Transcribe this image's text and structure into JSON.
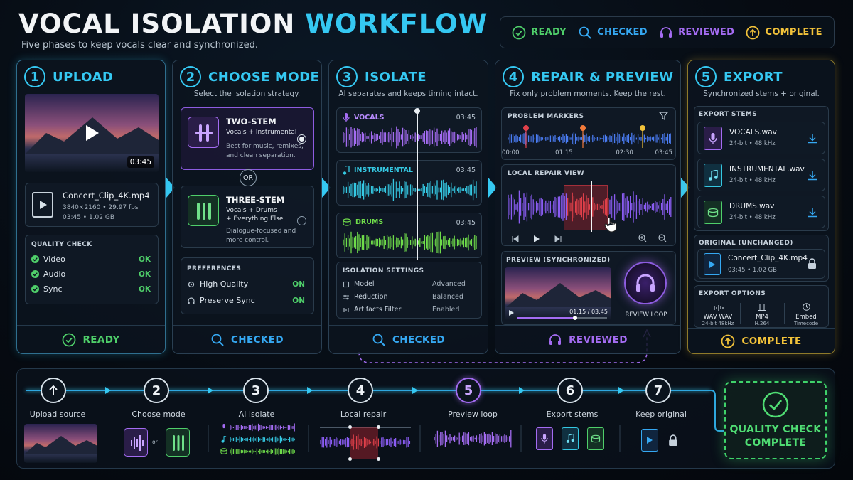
{
  "header": {
    "title_main": "VOCAL ISOLATION",
    "title_accent": "WORKFLOW",
    "subtitle": "Five phases to keep vocals clear and synchronized."
  },
  "legend": [
    {
      "label": "READY",
      "color": "#4fcf6a",
      "icon": "check-circle-icon"
    },
    {
      "label": "CHECKED",
      "color": "#35a8f2",
      "icon": "magnifier-icon"
    },
    {
      "label": "REVIEWED",
      "color": "#a46cf2",
      "icon": "headphones-icon"
    },
    {
      "label": "COMPLETE",
      "color": "#f2c23a",
      "icon": "up-arrow-circle-icon"
    }
  ],
  "phases": {
    "upload": {
      "num": "1",
      "title": "UPLOAD",
      "duration": "03:45",
      "file_name": "Concert_Clip_4K.mp4",
      "file_meta1": "3840×2160  •  29.97 fps",
      "file_meta2": "03:45  •  1.02 GB",
      "quality_title": "QUALITY CHECK",
      "checks": [
        {
          "label": "Video",
          "status": "OK"
        },
        {
          "label": "Audio",
          "status": "OK"
        },
        {
          "label": "Sync",
          "status": "OK"
        }
      ],
      "footer": "READY"
    },
    "mode": {
      "num": "2",
      "title": "CHOOSE MODE",
      "desc": "Select the isolation strategy.",
      "two_title": "TWO-STEM",
      "two_sub": "Vocals + Instrumental",
      "two_desc1": "Best for music, remixes,",
      "two_desc2": "and clean separation.",
      "or": "OR",
      "three_title": "THREE-STEM",
      "three_sub1": "Vocals + Drums",
      "three_sub2": "+ Everything Else",
      "three_desc1": "Dialogue-focused and",
      "three_desc2": "more control.",
      "pref_title": "PREFERENCES",
      "prefs": [
        {
          "label": "High Quality",
          "value": "ON"
        },
        {
          "label": "Preserve Sync",
          "value": "ON"
        }
      ],
      "footer": "CHECKED"
    },
    "isolate": {
      "num": "3",
      "title": "ISOLATE",
      "desc": "AI separates and keeps timing intact.",
      "tracks": [
        {
          "name": "VOCALS",
          "time": "03:45",
          "color": "#a46cf2"
        },
        {
          "name": "INSTRUMENTAL",
          "time": "03:45",
          "color": "#35c8e2"
        },
        {
          "name": "DRUMS",
          "time": "03:45",
          "color": "#6fdc4a"
        }
      ],
      "settings_title": "ISOLATION SETTINGS",
      "settings": [
        {
          "label": "Model",
          "value": "Advanced"
        },
        {
          "label": "Reduction",
          "value": "Balanced"
        },
        {
          "label": "Artifacts Filter",
          "value": "Enabled"
        }
      ],
      "footer": "CHECKED"
    },
    "repair": {
      "num": "4",
      "title": "REPAIR & PREVIEW",
      "desc": "Fix only problem moments. Keep the rest.",
      "markers_title": "PROBLEM MARKERS",
      "ticks": [
        "00:00",
        "01:15",
        "02:30",
        "03:45"
      ],
      "local_title": "LOCAL REPAIR VIEW",
      "preview_title": "PREVIEW (SYNCHRONIZED)",
      "preview_time": "01:15 / 03:45",
      "review_loop": "REVIEW LOOP",
      "footer": "REVIEWED"
    },
    "export": {
      "num": "5",
      "title": "EXPORT",
      "desc": "Synchronized stems + original.",
      "stems_title": "EXPORT STEMS",
      "stems": [
        {
          "name": "VOCALS.wav",
          "meta": "24-bit  •  48 kHz",
          "color": "#a46cf2"
        },
        {
          "name": "INSTRUMENTAL.wav",
          "meta": "24-bit  •  48 kHz",
          "color": "#35c8e2"
        },
        {
          "name": "DRUMS.wav",
          "meta": "24-bit  •  48 kHz",
          "color": "#6fdc4a"
        }
      ],
      "original_title": "ORIGINAL (UNCHANGED)",
      "original_name": "Concert_Clip_4K.mp4",
      "original_meta": "03:45  •  1.02 GB",
      "options_title": "EXPORT OPTIONS",
      "options": [
        {
          "label": "WAV  WAV",
          "sub": "24-bit 48kHz"
        },
        {
          "label": "MP4",
          "sub": "H.264"
        },
        {
          "label": "Embed",
          "sub": "Timecode"
        }
      ],
      "footer": "COMPLETE"
    }
  },
  "pipeline": {
    "steps": [
      {
        "num": "1",
        "label": "Upload source"
      },
      {
        "num": "2",
        "label": "Choose mode"
      },
      {
        "num": "3",
        "label": "AI isolate"
      },
      {
        "num": "4",
        "label": "Local repair"
      },
      {
        "num": "5",
        "label": "Preview loop"
      },
      {
        "num": "6",
        "label": "Export stems"
      },
      {
        "num": "7",
        "label": "Keep original"
      }
    ],
    "or": "or",
    "final_line1": "QUALITY CHECK",
    "final_line2": "COMPLETE"
  },
  "colors": {
    "cyan": "#35c8f2",
    "green": "#4fcf6a",
    "purple": "#a46cf2",
    "yellow": "#f2c23a",
    "blue": "#35a8f2",
    "red": "#e0404a"
  }
}
